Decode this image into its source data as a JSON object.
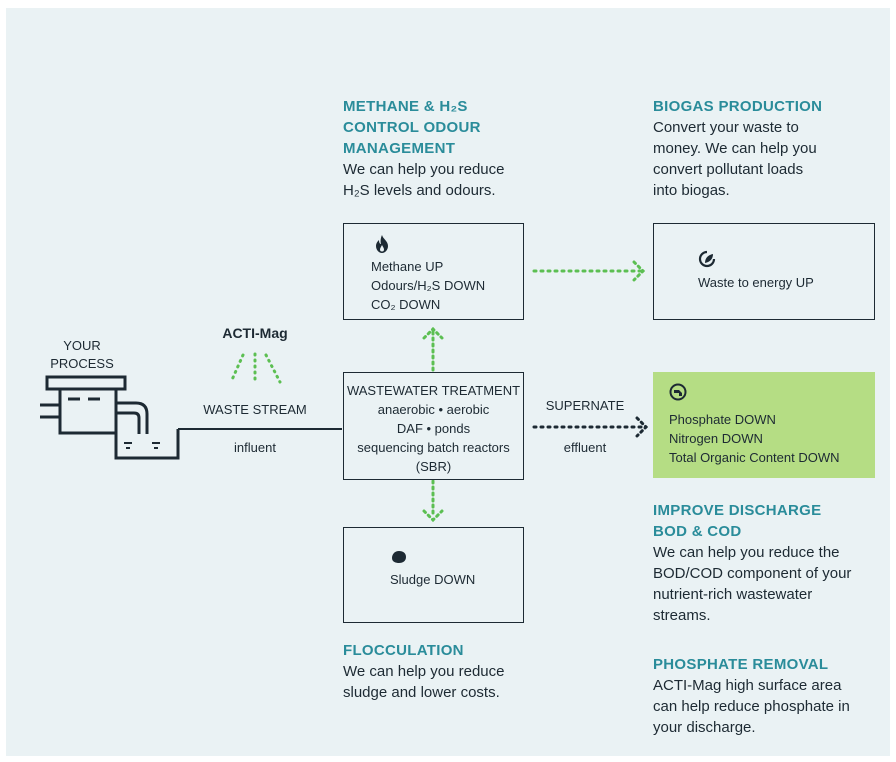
{
  "colors": {
    "background": "#eaf2f4",
    "heading": "#2a8c9a",
    "dotted_arrow": "#5cbf52",
    "highlight_box": "#b5dd84",
    "line": "#1d2a33"
  },
  "methane_section": {
    "heading_line1": "METHANE & H₂S",
    "heading_line2": "CONTROL ODOUR",
    "heading_line3": "MANAGEMENT",
    "body_line1": "We can help you reduce",
    "body_line2": "H₂S levels and odours."
  },
  "biogas_section": {
    "heading": "BIOGAS PRODUCTION",
    "body_line1": "Convert your waste to",
    "body_line2": "money. We can help you",
    "body_line3": "convert pollutant loads",
    "body_line4": "into biogas."
  },
  "methane_box": {
    "icon": "flame-icon",
    "line1": "Methane UP",
    "line2": "Odours/H₂S DOWN",
    "line3": "CO₂ DOWN"
  },
  "energy_box": {
    "icon": "energy-leaf-icon",
    "line1": "Waste to energy UP"
  },
  "process": {
    "label_line1": "YOUR",
    "label_line2": "PROCESS",
    "icon": "factory-tank-icon"
  },
  "acti_mag": {
    "label": "ACTI-Mag",
    "waste_stream": "WASTE STREAM",
    "influent": "influent"
  },
  "treatment_box": {
    "line1": "WASTEWATER TREATMENT",
    "line2": "anaerobic • aerobic",
    "line3": "DAF • ponds",
    "line4": "sequencing batch reactors",
    "line5": "(SBR)"
  },
  "supernate": {
    "label": "SUPERNATE",
    "effluent": "effluent"
  },
  "discharge_box": {
    "icon": "discharge-tap-icon",
    "line1": "Phosphate DOWN",
    "line2": "Nitrogen DOWN",
    "line3": "Total Organic Content DOWN"
  },
  "sludge_box": {
    "icon": "sludge-icon",
    "line1": "Sludge DOWN"
  },
  "improve_section": {
    "heading_line1": "IMPROVE DISCHARGE",
    "heading_line2": "BOD & COD",
    "body_line1": "We can help you reduce the",
    "body_line2": "BOD/COD component of your",
    "body_line3": "nutrient-rich wastewater",
    "body_line4": "streams."
  },
  "flocculation_section": {
    "heading": "FLOCCULATION",
    "body_line1": "We can help you reduce",
    "body_line2": "sludge and lower costs."
  },
  "phosphate_section": {
    "heading": "PHOSPHATE REMOVAL",
    "body_line1": "ACTI-Mag high surface area",
    "body_line2": "can help reduce phosphate in",
    "body_line3": "your discharge."
  }
}
